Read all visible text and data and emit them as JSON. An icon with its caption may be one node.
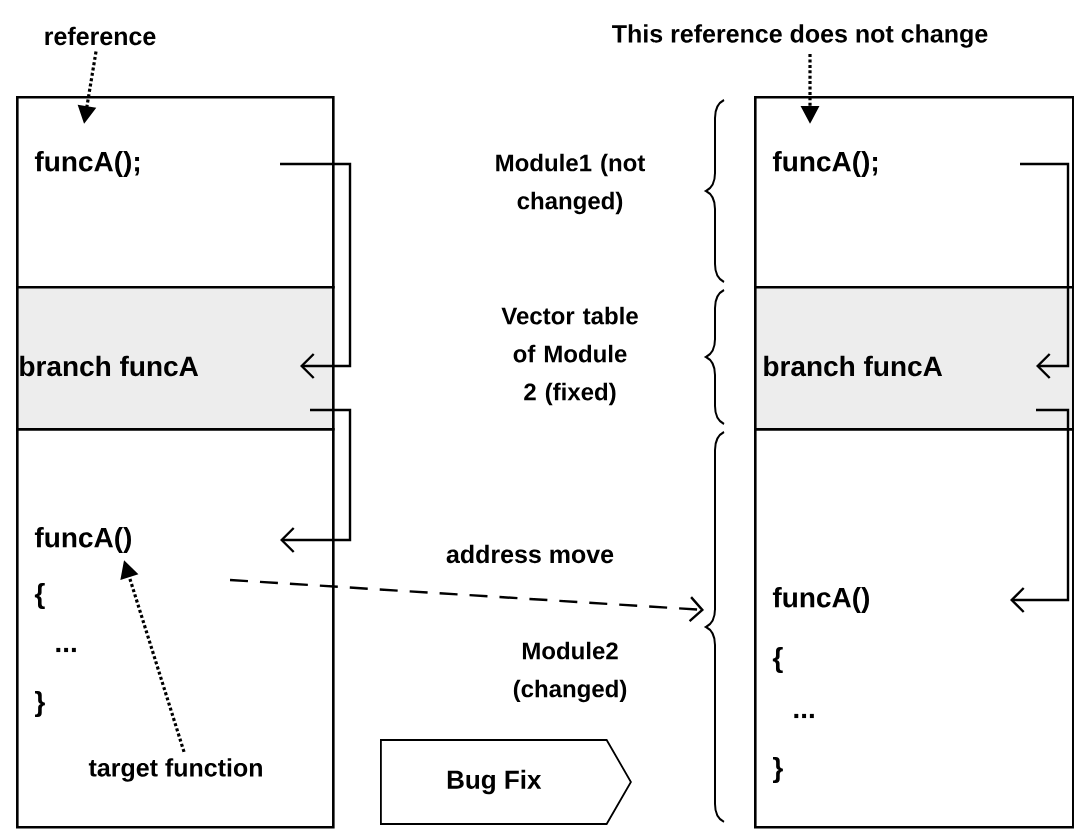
{
  "diagram": {
    "nodes": [
      {
        "text": [
          "funcA();"
        ]
      },
      {
        "text": [
          "branch funcA"
        ]
      },
      {
        "text": [
          "funcA()",
          "{",
          "...",
          "}"
        ]
      },
      {
        "text": [
          "funcA();"
        ]
      },
      {
        "text": [
          "branch funcA"
        ]
      },
      {
        "text": [
          "funcA()",
          "{",
          "...",
          "}"
        ]
      },
      {
        "text": [
          "reference"
        ]
      },
      {
        "text": [
          "This reference does not change"
        ]
      },
      {
        "text": [
          "target function"
        ],
        "in": 2
      },
      {
        "text": [
          "Bug Fix"
        ]
      }
    ],
    "edges": [
      {
        "from": 0,
        "to": 1,
        "arrow": "to"
      },
      {
        "from": 1,
        "to": 2,
        "arrow": "to"
      },
      {
        "from": 3,
        "to": 4,
        "arrow": "to"
      },
      {
        "from": 4,
        "to": 5,
        "arrow": "to"
      },
      {
        "from": 2,
        "to": 5,
        "arrow": "to",
        "label": "address move",
        "style": "dashed"
      },
      {
        "from": 6,
        "to": 0,
        "arrow": "to",
        "style": "dashed"
      },
      {
        "from": 7,
        "to": 3,
        "arrow": "to",
        "style": "dashed"
      },
      {
        "from": 8,
        "to": 2,
        "arrow": "to",
        "style": "dashed"
      }
    ],
    "labels": [
      "Module1 (not changed)",
      "Vector table of Module 2 (fixed)",
      "Module2 (changed)"
    ]
  }
}
